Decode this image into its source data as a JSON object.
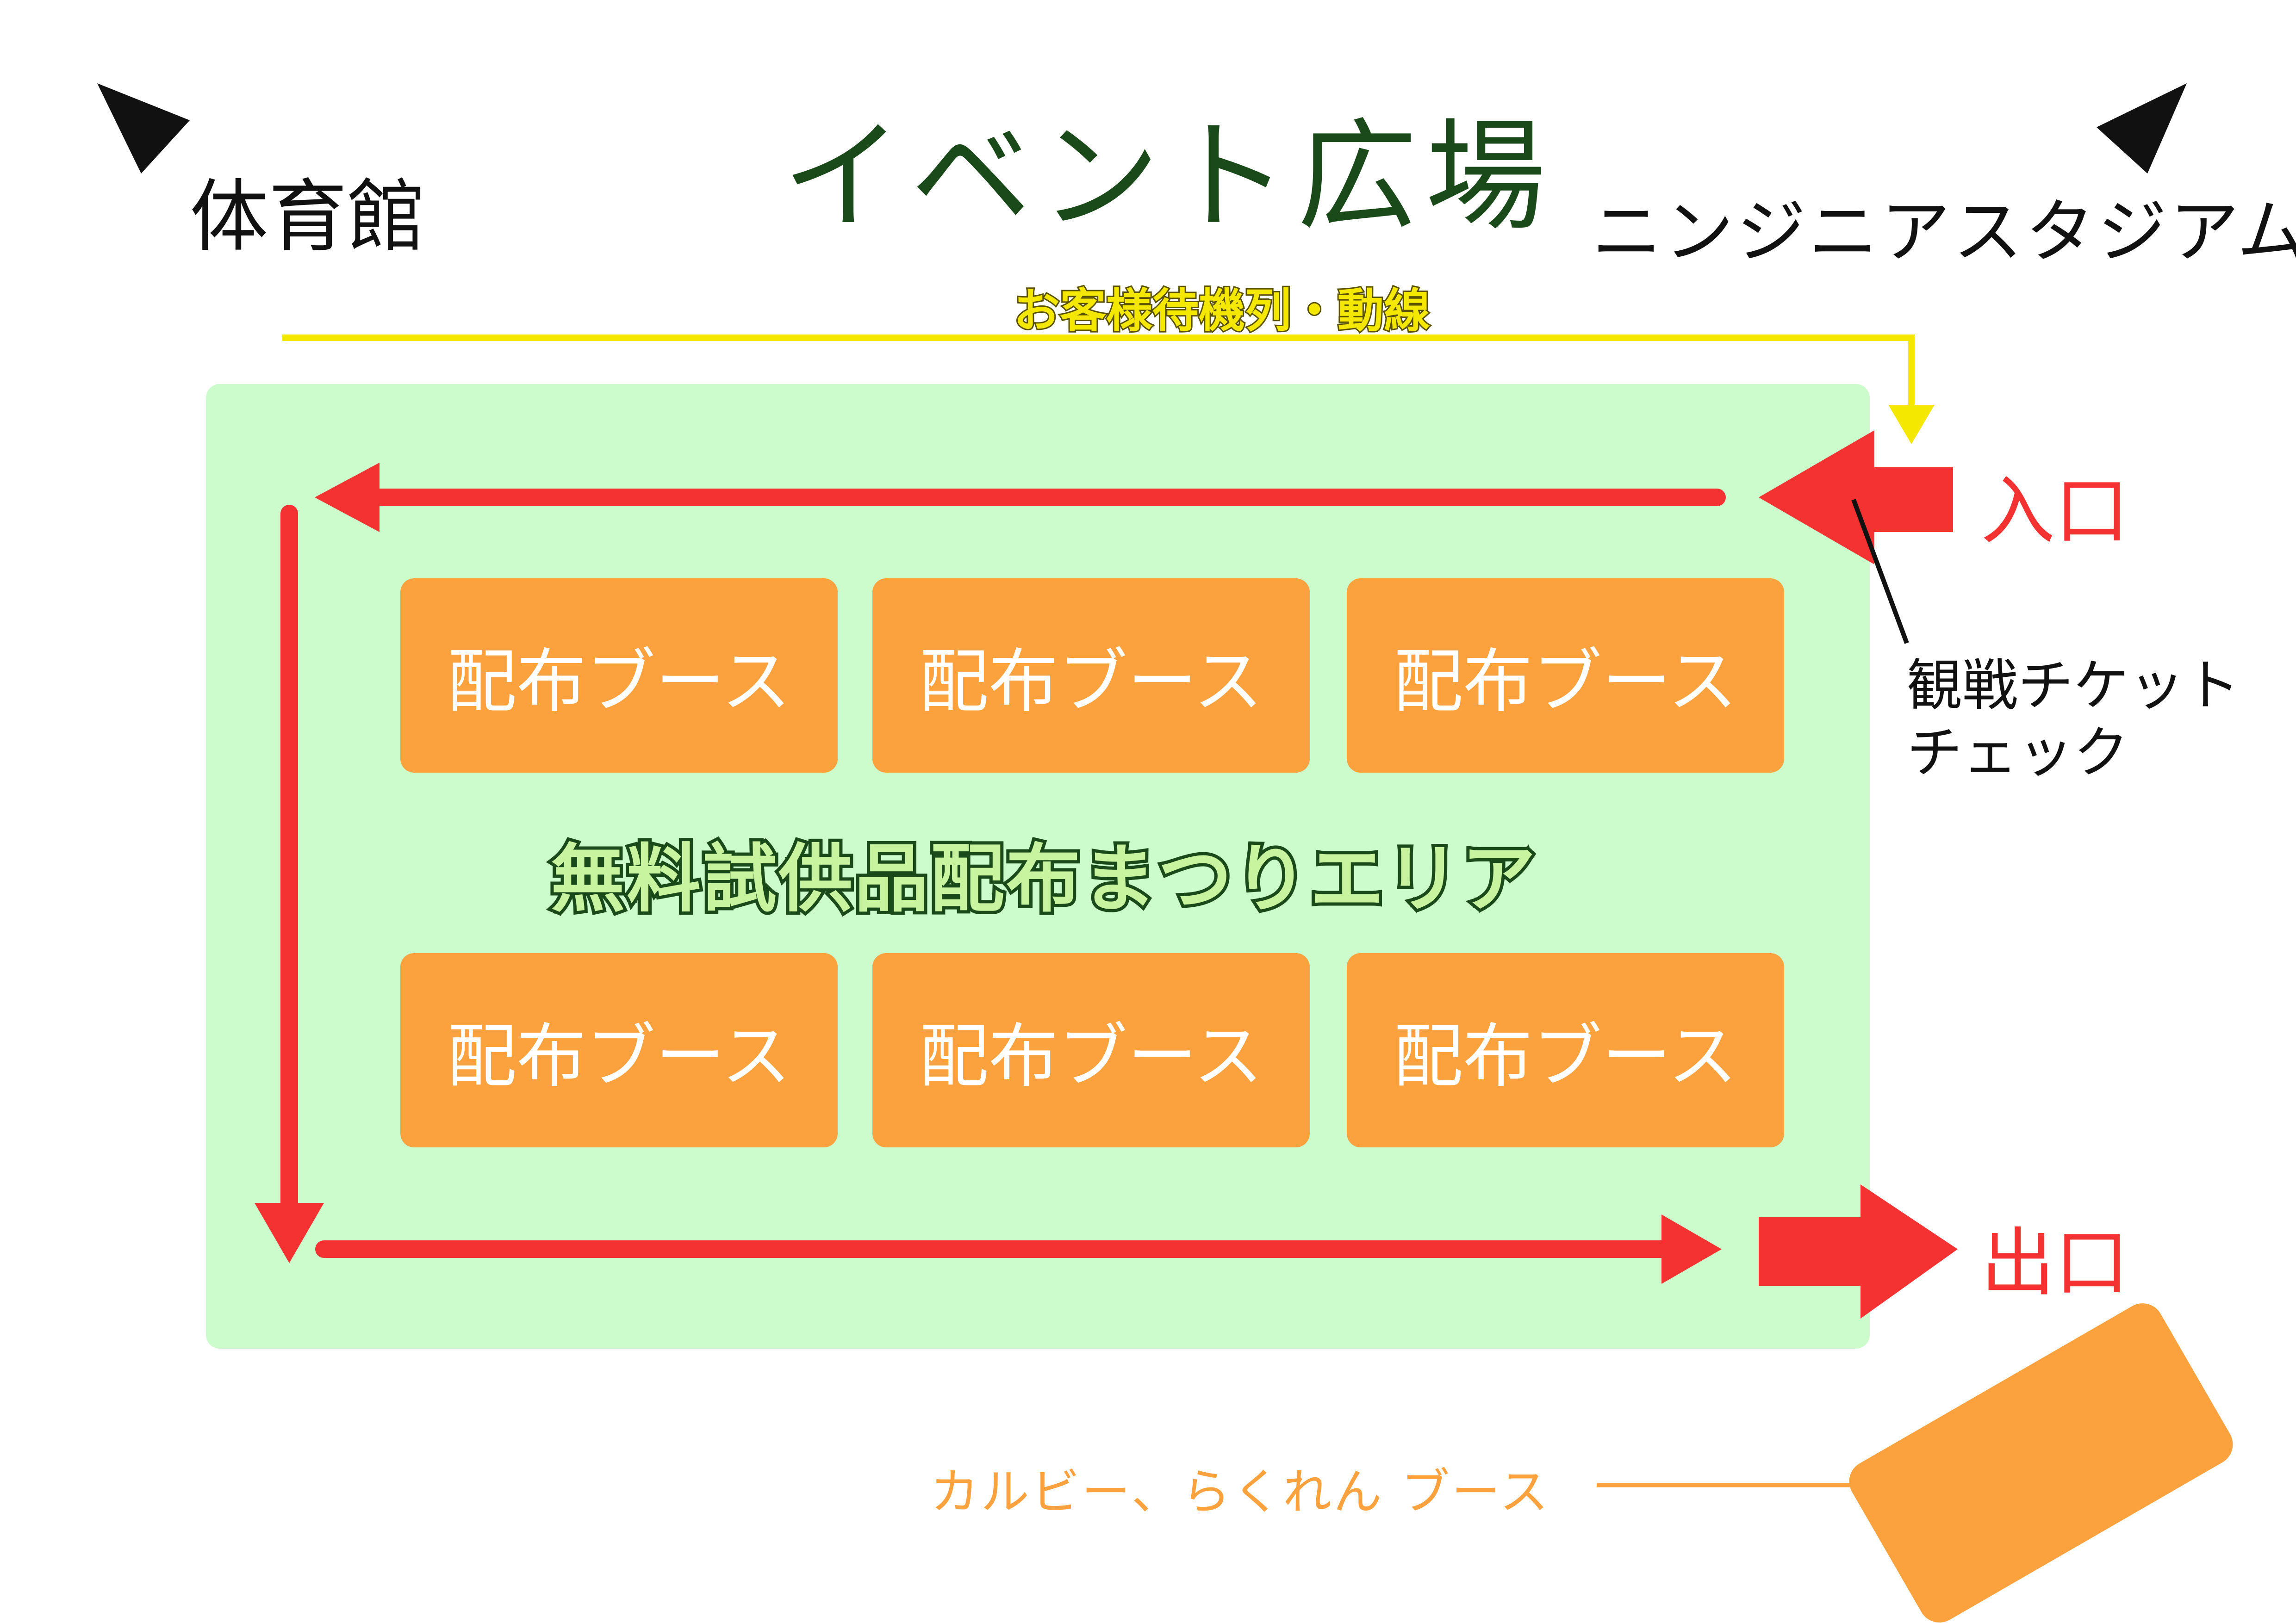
{
  "title": "イベント広場",
  "landmarks": {
    "gym": "体育館",
    "stadium": "ニンジニアスタジアム"
  },
  "queue_label": "お客様待機列・動線",
  "area_label": "無料試供品配布まつりエリア",
  "booths": {
    "b1": "配布ブース",
    "b2": "配布ブース",
    "b3": "配布ブース",
    "b4": "配布ブース",
    "b5": "配布ブース",
    "b6": "配布ブース"
  },
  "entrance_label": "入口",
  "exit_label": "出口",
  "ticket_check": {
    "line1": "観戦チケット",
    "line2": "チェック"
  },
  "side_booth_label": "カルビー、らくれん ブース",
  "colors": {
    "title": "#1a4a1a",
    "area_bg": "#ccfbcc",
    "booth": "#fba23e",
    "flow_arrow": "#f43232",
    "queue_line": "#f4e800",
    "side_booth": "#fba23e"
  }
}
